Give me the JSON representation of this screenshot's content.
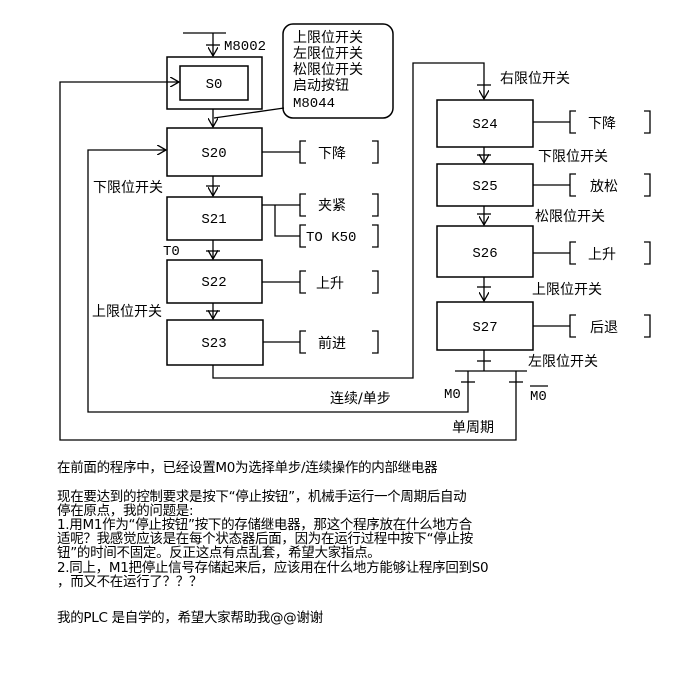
{
  "diagram": {
    "init_condition": "M8002",
    "callout": [
      "上限位开关",
      "左限位开关",
      "松限位开关",
      "启动按钮",
      "M8044"
    ],
    "steps": {
      "s0": "S0",
      "s20": "S20",
      "s21": "S21",
      "s22": "S22",
      "s23": "S23",
      "s24": "S24",
      "s25": "S25",
      "s26": "S26",
      "s27": "S27"
    },
    "actions": {
      "s20": "下降",
      "s21a": "夹紧",
      "s21b": "TO K50",
      "s22": "上升",
      "s23": "前进",
      "s24": "下降",
      "s25": "放松",
      "s26": "上升",
      "s27": "后退"
    },
    "transitions": {
      "t20": "下限位开关",
      "t21": "T0",
      "t22": "上限位开关",
      "t23": "右限位开关",
      "t24": "下限位开关",
      "t25": "松限位开关",
      "t26": "上限位开关",
      "t27": "左限位开关",
      "m0": "M0",
      "m0_not": "M0"
    },
    "loop_labels": {
      "continuous": "连续/单步",
      "single": "单周期"
    }
  },
  "question": {
    "line1": "在前面的程序中，已经设置M0为选择单步/连续操作的内部继电器",
    "para": [
      "现在要达到的控制要求是按下“停止按钮”，机械手运行一个周期后自动",
      "停在原点，我的问题是:",
      "1.用M1作为“停止按钮”按下的存储继电器，那这个程序放在什么地方合",
      "适呢？我感觉应该是在每个状态器后面，因为在运行过程中按下“停止按",
      "钮”的时间不固定。反正这点有点乱套，希望大家指点。",
      "2.同上，M1把停止信号存储起来后，应该用在什么地方能够让程序回到S0",
      "，而又不在运行了？？？"
    ],
    "closing": "我的PLC 是自学的，希望大家帮助我@@谢谢"
  }
}
